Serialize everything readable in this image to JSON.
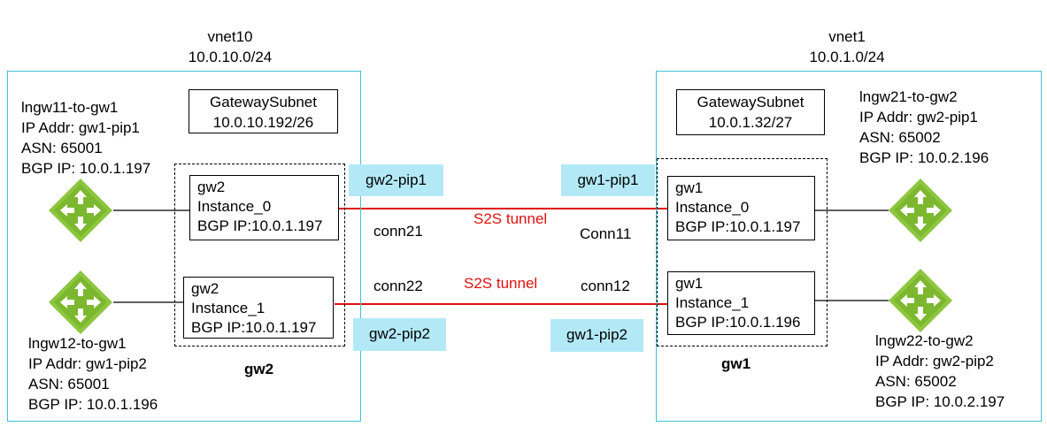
{
  "colors": {
    "vnet_border": "#3cc2d6",
    "pip_fill": "#b3e9f7",
    "tunnel": "#e01010",
    "router": "#8dc63f"
  },
  "vnet_left": {
    "name": "vnet10",
    "cidr": "10.0.10.0/24"
  },
  "vnet_right": {
    "name": "vnet1",
    "cidr": "10.0.1.0/24"
  },
  "subnet_left": {
    "name": "GatewaySubnet",
    "cidr": "10.0.10.192/26"
  },
  "subnet_right": {
    "name": "GatewaySubnet",
    "cidr": "10.0.1.32/27"
  },
  "lngw11": {
    "name": "lngw11-to-gw1",
    "ip": "IP Addr: gw1-pip1",
    "asn": "ASN: 65001",
    "bgp": "BGP IP: 10.0.1.197"
  },
  "lngw12": {
    "name": "lngw12-to-gw1",
    "ip": "IP Addr: gw1-pip2",
    "asn": "ASN: 65001",
    "bgp": "BGP IP: 10.0.1.196"
  },
  "lngw21": {
    "name": "lngw21-to-gw2",
    "ip": "IP Addr: gw2-pip1",
    "asn": "ASN: 65002",
    "bgp": "BGP IP: 10.0.2.196"
  },
  "lngw22": {
    "name": "lngw22-to-gw2",
    "ip": "IP Addr: gw2-pip2",
    "asn": "ASN: 65002",
    "bgp": "BGP IP: 10.0.2.197"
  },
  "gw2_inst0": {
    "gw": "gw2",
    "instance": "Instance_0",
    "bgp": "BGP IP:10.0.1.197"
  },
  "gw2_inst1": {
    "gw": "gw2",
    "instance": "Instance_1",
    "bgp": "BGP IP:10.0.1.197"
  },
  "gw1_inst0": {
    "gw": "gw1",
    "instance": "Instance_0",
    "bgp": "BGP IP:10.0.1.197"
  },
  "gw1_inst1": {
    "gw": "gw1",
    "instance": "Instance_1",
    "bgp": "BGP IP:10.0.1.196"
  },
  "gw2_label": "gw2",
  "gw1_label": "gw1",
  "pips": {
    "gw2_pip1": "gw2-pip1",
    "gw2_pip2": "gw2-pip2",
    "gw1_pip1": "gw1-pip1",
    "gw1_pip2": "gw1-pip2"
  },
  "connections": {
    "conn21": "conn21",
    "conn22": "conn22",
    "conn11": "Conn11",
    "conn12": "conn12"
  },
  "tunnels": {
    "top": "S2S tunnel",
    "bottom": "S2S tunnel"
  }
}
